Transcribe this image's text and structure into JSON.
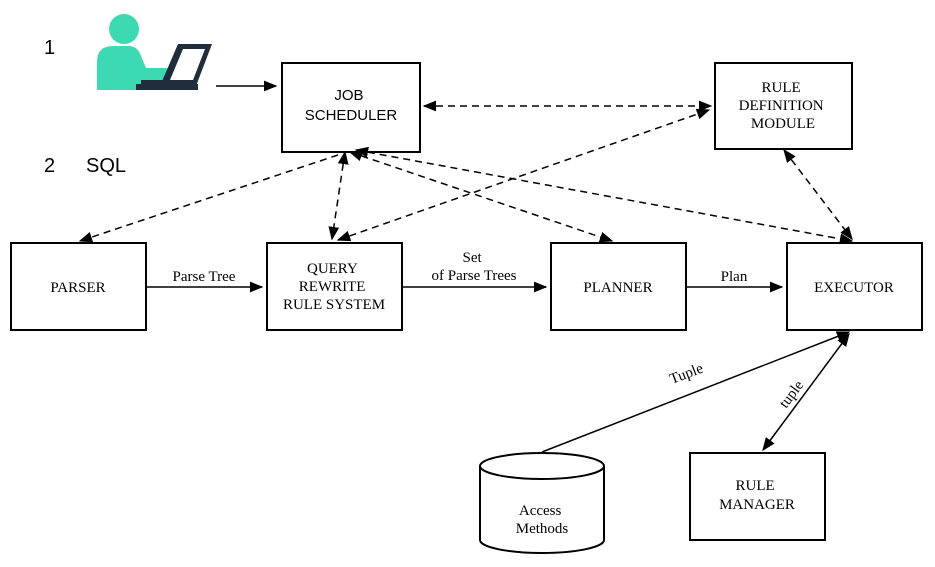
{
  "steps": {
    "step1_number": "1",
    "step2_number": "2",
    "step2_label": "SQL"
  },
  "user_icon": {
    "name": "user-at-laptop-icon",
    "color": "#3dd9b3",
    "laptop_color": "#1f2d3d"
  },
  "nodes": {
    "job_scheduler": [
      "JOB",
      "SCHEDULER"
    ],
    "rule_definition_module": [
      "RULE",
      "DEFINITION",
      "MODULE"
    ],
    "parser": [
      "PARSER"
    ],
    "query_rewrite": [
      "QUERY",
      "REWRITE",
      "RULE SYSTEM"
    ],
    "planner": [
      "PLANNER"
    ],
    "executor": [
      "EXECUTOR"
    ],
    "access_methods": [
      "Access",
      "Methods"
    ],
    "rule_manager": [
      "RULE",
      "MANAGER"
    ]
  },
  "edge_labels": {
    "parse_tree": "Parse Tree",
    "set_of_parse_trees": [
      "Set",
      "of Parse Trees"
    ],
    "plan": "Plan",
    "tuple_access": "Tuple",
    "tuple_rule": "tuple"
  }
}
